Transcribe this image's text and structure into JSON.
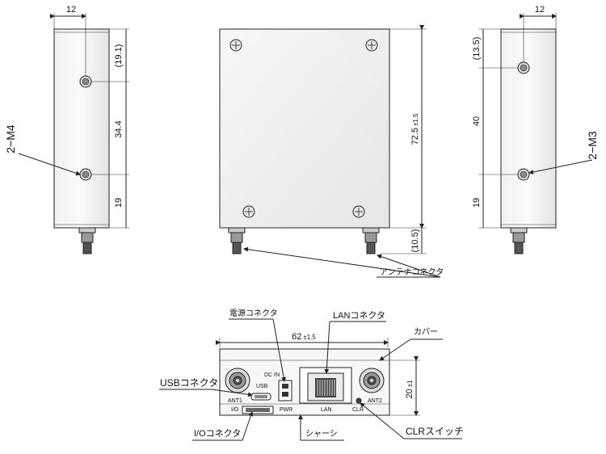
{
  "left_view": {
    "width_dim": "12",
    "dim_top": "(19.1)",
    "dim_mid": "34.4",
    "dim_bot": "19",
    "hole_label": "2−M4"
  },
  "center_view": {
    "height_dim": "72.5",
    "height_tol": "±1.5",
    "connector_dim": "(10.5)",
    "antenna_label": "アンテナコネクタ"
  },
  "right_view": {
    "width_dim": "12",
    "dim_top": "(13.5)",
    "dim_mid": "40",
    "dim_bot": "19",
    "hole_label": "2−M3"
  },
  "bottom_view": {
    "width_dim": "62",
    "width_tol": "±1.5",
    "height_dim": "20",
    "height_tol": "±1",
    "callouts": {
      "power": "電源コネクタ",
      "lan": "LANコネクタ",
      "cover": "カバー",
      "usb": "USBコネクタ",
      "io": "I/Oコネクタ",
      "chassis": "シャーシ",
      "clr": "CLRスイッチ"
    },
    "panel_text": {
      "dc_in": "DC IN",
      "usb": "USB",
      "ant1": "ANT1",
      "io": "I/O",
      "pwr": "PWR",
      "lan": "LAN",
      "clr": "CLR",
      "ant2": "ANT2"
    }
  }
}
